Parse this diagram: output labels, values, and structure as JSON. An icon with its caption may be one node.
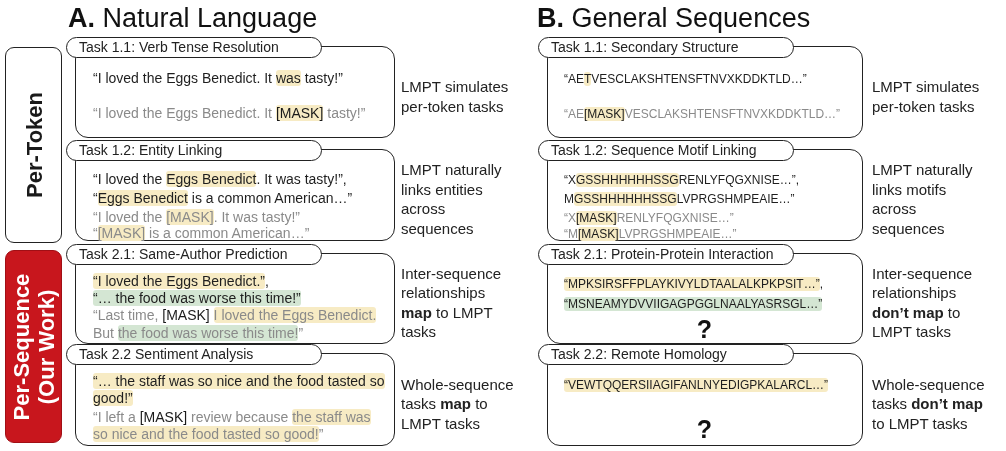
{
  "diagram": {
    "nodes": [
      {
        "text": [
          "Per-Token"
        ]
      },
      {
        "text": [
          "Task 1.1: Verb Tense Resolution",
          "“I loved the Eggs Benedict. It was tasty!”",
          "“I loved the Eggs Benedict. It [MASK] tasty!”"
        ],
        "beside": [
          "LMPT simulates per-token tasks"
        ]
      },
      {
        "text": [
          "Task 1.1: Secondary Structure",
          "“AETVESCLAKSHTENSFTNVXKDDKTLD…”",
          "“AE[MASK]VESCLAKSHTENSFTNVXKDDKTLD…”"
        ],
        "beside": [
          "LMPT simulates per-token tasks"
        ]
      },
      {
        "text": [
          "Task 1.2: Entity Linking",
          "“I loved the Eggs Benedict. It was tasty!”,",
          "“Eggs Benedict is a common American…”",
          "“I loved the [MASK]. It was tasty!”",
          "“[MASK] is a common American…”"
        ],
        "beside": [
          "LMPT naturally links entities across sequences"
        ]
      },
      {
        "text": [
          "Task 1.2: Sequence Motif Linking",
          "“XGSSHHHHHHSSGRENLYFQGXNISE…”,",
          "MGSSHHHHHHSSGLVPRGSHMPEAIE…”",
          "“X[MASK]RENLYFQGXNISE…”",
          "“M[MASK]LVPRGSHMPEAIE…”"
        ],
        "beside": [
          "LMPT naturally links motifs across sequences"
        ]
      },
      {
        "text": [
          "Per-Sequence (Our Work)"
        ]
      },
      {
        "text": [
          "Task 2.1: Same-Author Prediction",
          "“I loved the Eggs Benedict.”,",
          "“… the food was worse this time!”",
          "“Last time, [MASK] I loved the Eggs Benedict. But the food was worse this time!”"
        ],
        "beside": [
          "Inter-sequence relationships **map** to LMPT tasks"
        ]
      },
      {
        "text": [
          "Task 2.1: Protein-Protein Interaction",
          "“MPKSIRSFFPLAYKIVYLDTAALALKPKPSIT…”,",
          "“MSNEAMYDVVIIGAGPGGLNAALYASRSGL…”",
          "?"
        ],
        "beside": [
          "Inter-sequence relationships **don’t map** to LMPT tasks"
        ]
      },
      {
        "text": [
          "Task 2.2 Sentiment Analysis",
          "“… the staff was so nice and the food tasted so good!”",
          "“I left a [MASK] review because the staff was so nice and the food tasted so good!”"
        ],
        "beside": [
          "Whole-sequence tasks **map** to LMPT tasks"
        ]
      },
      {
        "text": [
          "Task 2.2: Remote Homology",
          "“VEWTQQERSIIAGIFANLNYEDIGPKALARCL…”",
          "?"
        ],
        "beside": [
          "Whole-sequence tasks **don’t map** to LMPT tasks"
        ]
      }
    ],
    "labels": [
      "**A.** Natural Language",
      "**B.** General Sequences"
    ]
  }
}
